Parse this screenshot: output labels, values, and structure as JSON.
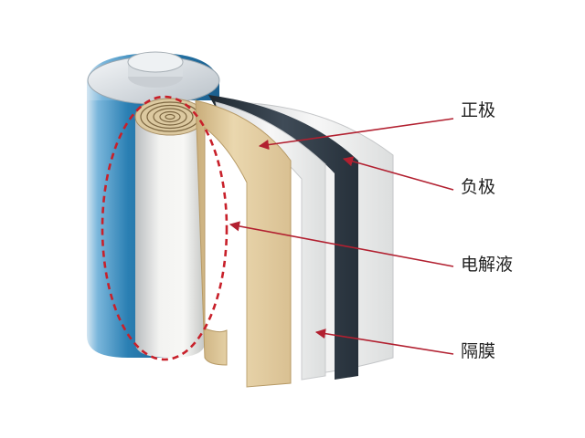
{
  "diagram": {
    "labels": {
      "positive": "正极",
      "negative": "负极",
      "electrolyte": "电解液",
      "separator": "隔膜"
    },
    "colors": {
      "leader_line": "#b22030",
      "highlight_dash": "#c8202a",
      "casing_blue": "#2a7fb3",
      "positive_layer": "#e2cda2",
      "negative_layer": "#2f3a46",
      "separator_layer": "#ececec"
    }
  }
}
